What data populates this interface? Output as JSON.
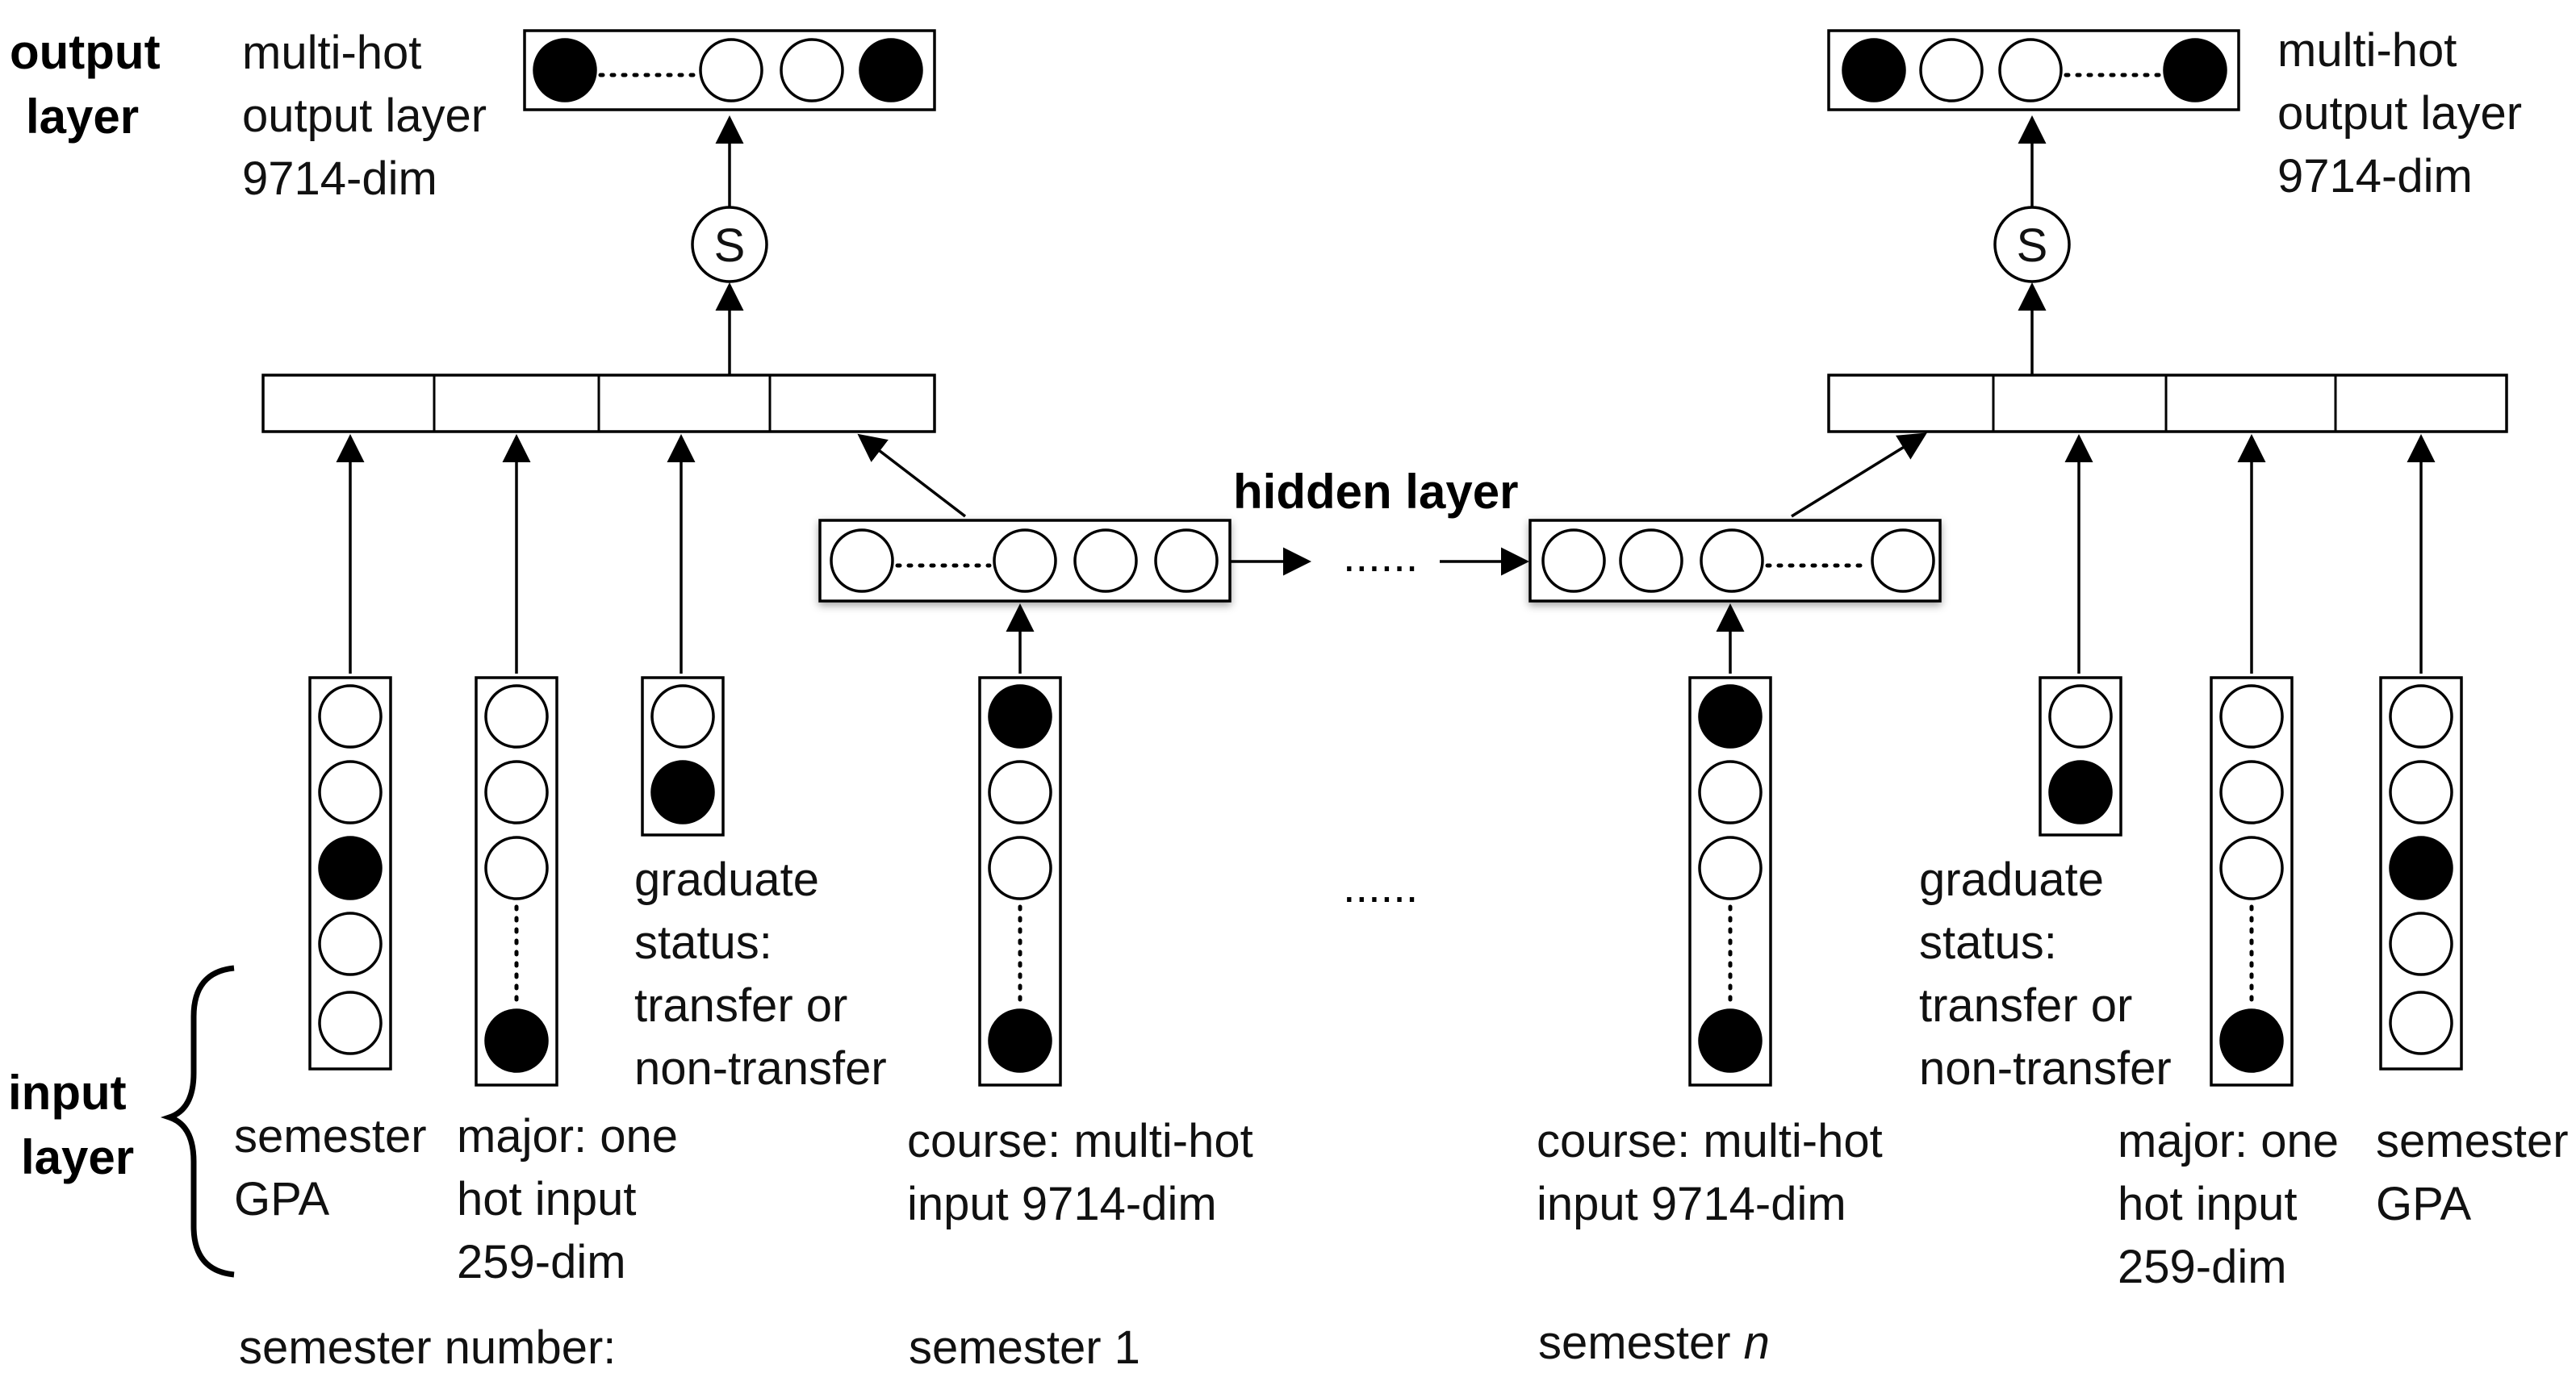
{
  "layer_labels": {
    "output_line1": "output",
    "output_line2": "layer",
    "input_line1": "input",
    "input_line2": "layer",
    "hidden": "hidden layer"
  },
  "left": {
    "output_desc": [
      "multi-hot",
      "output layer",
      "9714-dim"
    ],
    "output_nodes": [
      "filled",
      "dots",
      "empty",
      "empty",
      "filled"
    ],
    "sigmoid": "S",
    "gpa_nodes": [
      "empty",
      "empty",
      "filled",
      "empty",
      "empty"
    ],
    "gpa_label": [
      "semester",
      "GPA"
    ],
    "major_nodes": [
      "empty",
      "empty",
      "empty",
      "dots",
      "filled"
    ],
    "major_label": [
      "major: one",
      "hot input",
      "259-dim"
    ],
    "grad_nodes": [
      "empty",
      "filled"
    ],
    "grad_label": [
      "graduate",
      "status:",
      "transfer or",
      "non-transfer"
    ],
    "course_nodes": [
      "filled",
      "empty",
      "empty",
      "dots",
      "filled"
    ],
    "course_label": [
      "course: multi-hot",
      "input 9714-dim"
    ],
    "hidden_nodes": [
      "empty",
      "dots",
      "empty",
      "empty",
      "empty"
    ],
    "semester": "semester 1"
  },
  "right": {
    "output_desc": [
      "multi-hot",
      "output layer",
      "9714-dim"
    ],
    "output_nodes": [
      "filled",
      "empty",
      "empty",
      "dots",
      "filled"
    ],
    "sigmoid": "S",
    "gpa_nodes": [
      "empty",
      "empty",
      "filled",
      "empty",
      "empty"
    ],
    "gpa_label": [
      "semester",
      "GPA"
    ],
    "major_nodes": [
      "empty",
      "empty",
      "empty",
      "dots",
      "filled"
    ],
    "major_label": [
      "major: one",
      "hot input",
      "259-dim"
    ],
    "grad_nodes": [
      "empty",
      "filled"
    ],
    "grad_label": [
      "graduate",
      "status:",
      "transfer or",
      "non-transfer"
    ],
    "course_nodes": [
      "filled",
      "empty",
      "empty",
      "dots",
      "filled"
    ],
    "course_label": [
      "course: multi-hot",
      "input 9714-dim"
    ],
    "hidden_nodes": [
      "empty",
      "empty",
      "empty",
      "dots",
      "empty"
    ],
    "semester_prefix": "semester ",
    "semester_var": "n"
  },
  "semester_number_label": "semester number:",
  "ellipsis": "......",
  "colors": {
    "filled": "#000000",
    "empty": "#ffffff",
    "stroke": "#000000"
  }
}
